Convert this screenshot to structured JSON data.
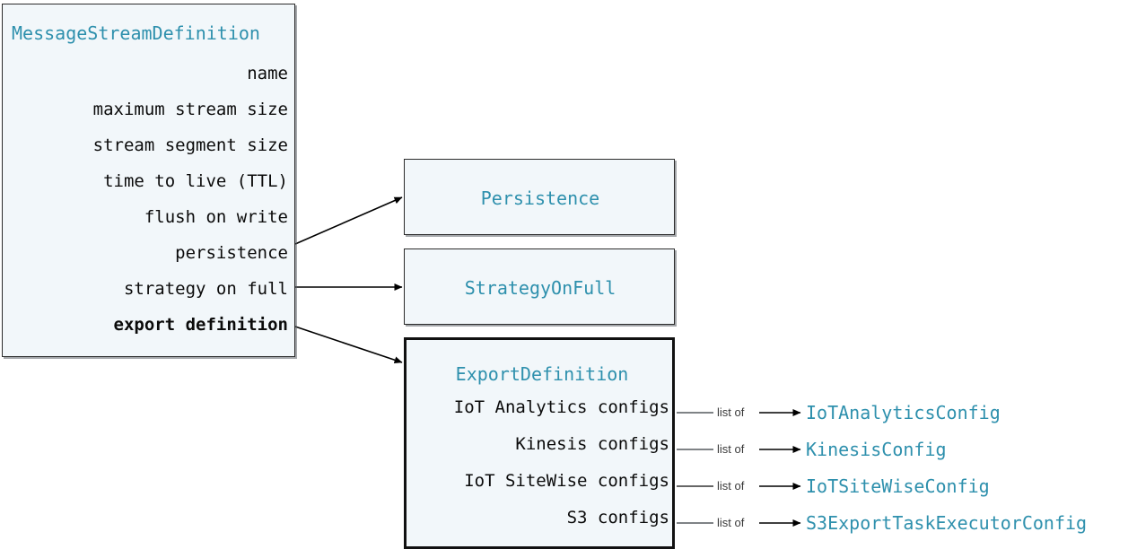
{
  "diagram": {
    "title": "MessageStreamDefinition",
    "colors": {
      "box_fill": "#f2f7fa",
      "class_name": "#2e90ad",
      "text": "#0b0b0b",
      "border": "#2b2b2b",
      "border_emphasis": "#111111",
      "background": "#ffffff"
    }
  },
  "message_stream_definition": {
    "class_name": "MessageStreamDefinition",
    "fields": [
      {
        "label": "name",
        "bold": false
      },
      {
        "label": "maximum stream size",
        "bold": false
      },
      {
        "label": "stream segment size",
        "bold": false
      },
      {
        "label": "time to live (TTL)",
        "bold": false
      },
      {
        "label": "flush on write",
        "bold": false
      },
      {
        "label": "persistence",
        "bold": false
      },
      {
        "label": "strategy on full",
        "bold": false
      },
      {
        "label": "export definition",
        "bold": true
      }
    ]
  },
  "persistence": {
    "class_name": "Persistence"
  },
  "strategy_on_full": {
    "class_name": "StrategyOnFull"
  },
  "export_definition": {
    "class_name": "ExportDefinition",
    "fields": [
      {
        "label": "IoT Analytics configs"
      },
      {
        "label": "Kinesis configs"
      },
      {
        "label": "IoT SiteWise configs"
      },
      {
        "label": "S3 configs"
      }
    ]
  },
  "leaf_types": [
    {
      "class_name": "IoTAnalyticsConfig",
      "edge_label": "list of"
    },
    {
      "class_name": "KinesisConfig",
      "edge_label": "list of"
    },
    {
      "class_name": "IoTSiteWiseConfig",
      "edge_label": "list of"
    },
    {
      "class_name": "S3ExportTaskExecutorConfig",
      "edge_label": "list of"
    }
  ]
}
